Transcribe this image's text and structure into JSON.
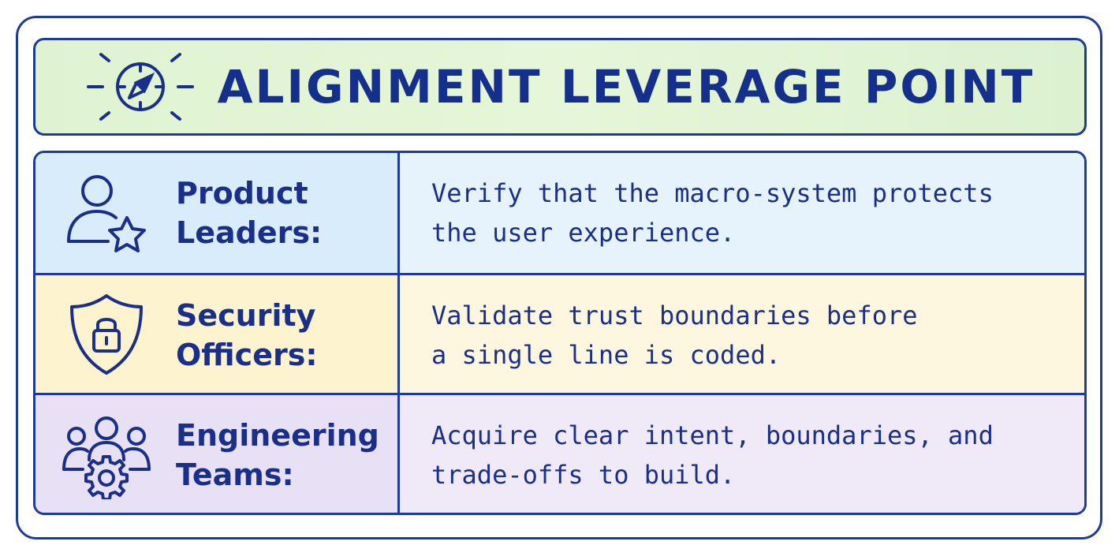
{
  "header": {
    "title": "ALIGNMENT LEVERAGE POINT",
    "icon": "compass-icon"
  },
  "rows": [
    {
      "icon": "user-star-icon",
      "label_lines": [
        "Product",
        "Leaders:"
      ],
      "desc_lines": [
        "Verify that the macro-system protects",
        "the user experience."
      ]
    },
    {
      "icon": "shield-lock-icon",
      "label_lines": [
        "Security",
        "Officers:"
      ],
      "desc_lines": [
        "Validate trust boundaries before",
        "a single line is coded."
      ]
    },
    {
      "icon": "team-gear-icon",
      "label_lines": [
        "Engineering",
        "Teams:"
      ],
      "desc_lines": [
        "Acquire clear intent, boundaries, and",
        "trade-offs to build."
      ]
    }
  ],
  "colors": {
    "ink": "#1a2f8a",
    "border": "#1e3a9a",
    "header_bg": "#dff3d2",
    "row1_bg": "#d9ecfb",
    "row2_bg": "#fdf3cf",
    "row3_bg": "#e8e1f5"
  }
}
